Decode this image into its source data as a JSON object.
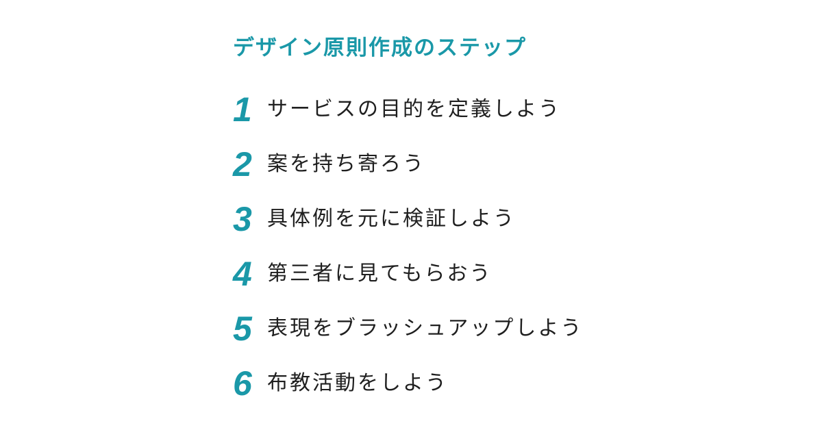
{
  "title": "デザイン原則作成のステップ",
  "accent_color": "#1a98a8",
  "text_color": "#1f1f1f",
  "steps": [
    {
      "number": "1",
      "label": "サービスの目的を定義しよう"
    },
    {
      "number": "2",
      "label": "案を持ち寄ろう"
    },
    {
      "number": "3",
      "label": "具体例を元に検証しよう"
    },
    {
      "number": "4",
      "label": "第三者に見てもらおう"
    },
    {
      "number": "5",
      "label": "表現をブラッシュアップしよう"
    },
    {
      "number": "6",
      "label": "布教活動をしよう"
    }
  ]
}
